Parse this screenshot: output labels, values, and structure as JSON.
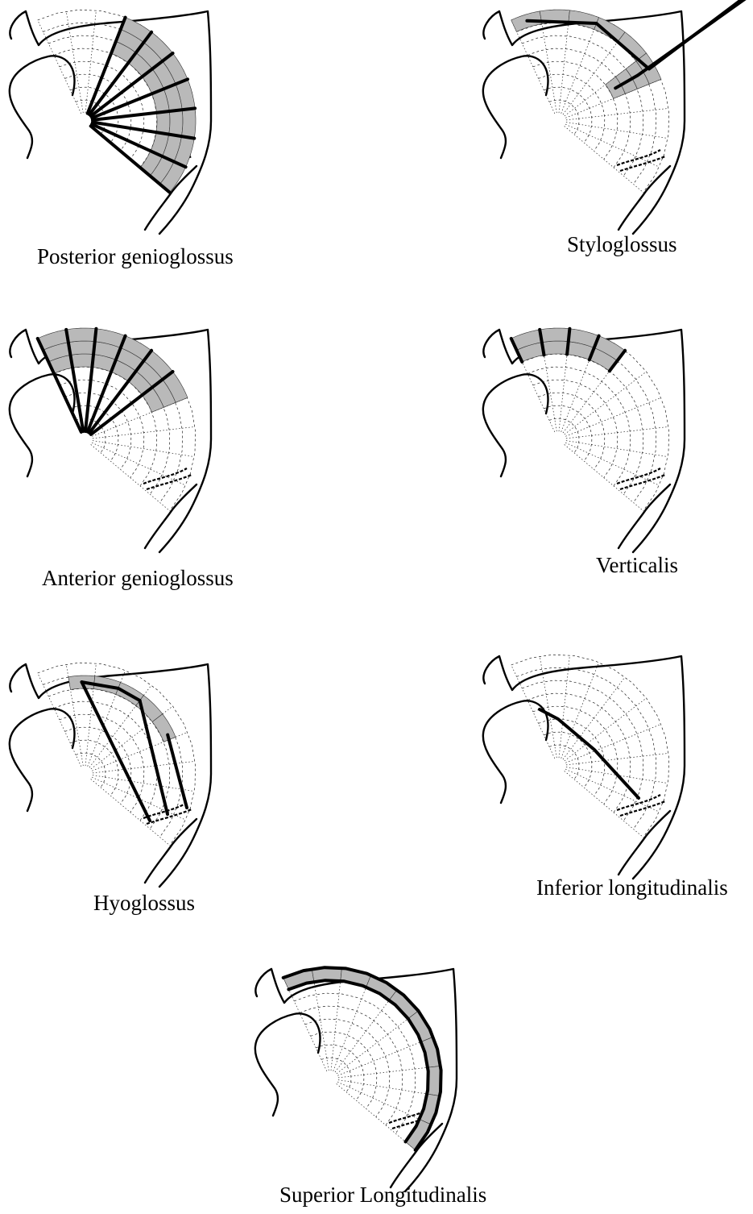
{
  "figure": {
    "panels": [
      {
        "id": "posterior-genioglossus",
        "label": "Posterior genioglossus"
      },
      {
        "id": "styloglossus",
        "label": "Styloglossus"
      },
      {
        "id": "anterior-genioglossus",
        "label": "Anterior genioglossus"
      },
      {
        "id": "verticalis",
        "label": "Verticalis"
      },
      {
        "id": "hyoglossus",
        "label": "Hyoglossus"
      },
      {
        "id": "inferior-longitudinalis",
        "label": "Inferior longitudinalis"
      },
      {
        "id": "superior-longitudinalis",
        "label": "Superior Longitudinalis"
      }
    ]
  }
}
